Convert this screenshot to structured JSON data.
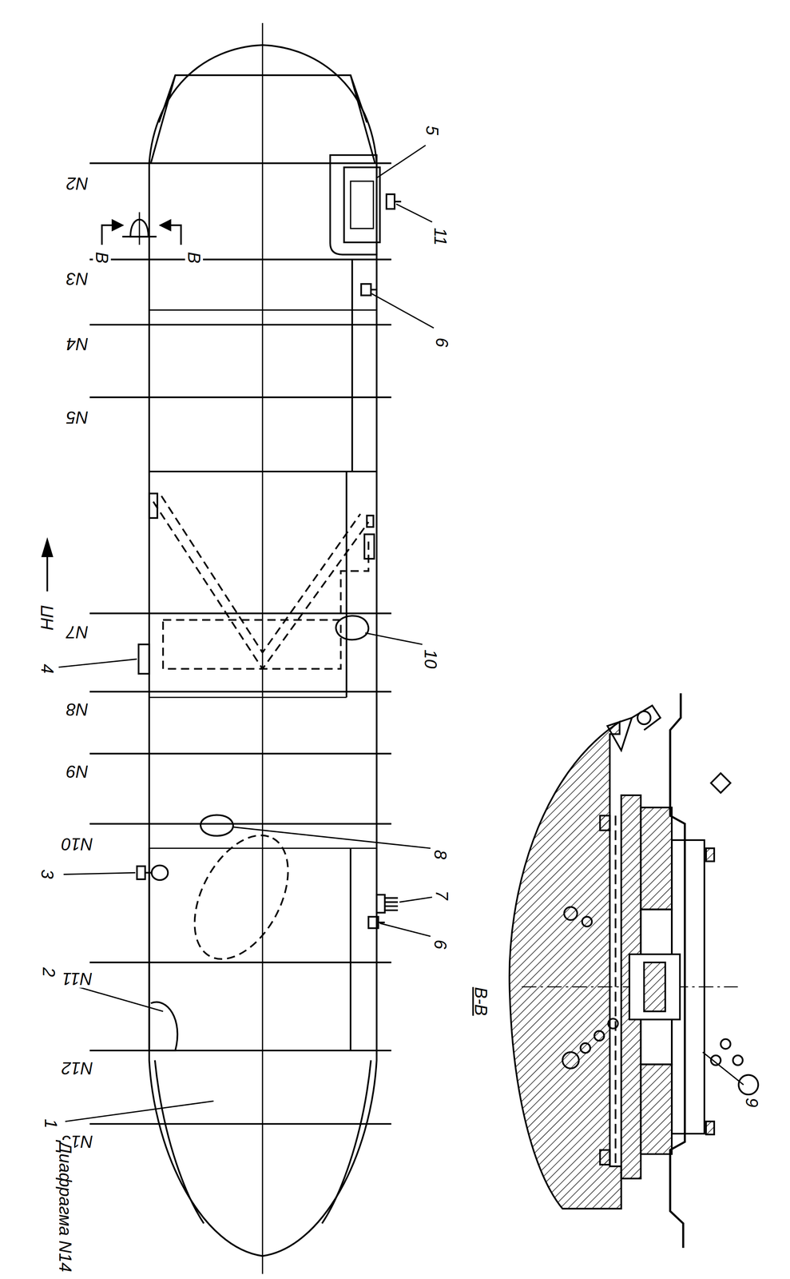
{
  "diagram": {
    "labels": [
      "N2",
      "N3",
      "N4",
      "N5",
      "N7",
      "N8",
      "N9",
      "N10",
      "N11",
      "N12",
      "N13",
      "Диафрагма N14",
      "НП",
      "В",
      "В",
      "5",
      "11",
      "6",
      "4",
      "10",
      "3",
      "8",
      "7",
      "6",
      "2",
      "1",
      "В-В",
      "9"
    ]
  }
}
